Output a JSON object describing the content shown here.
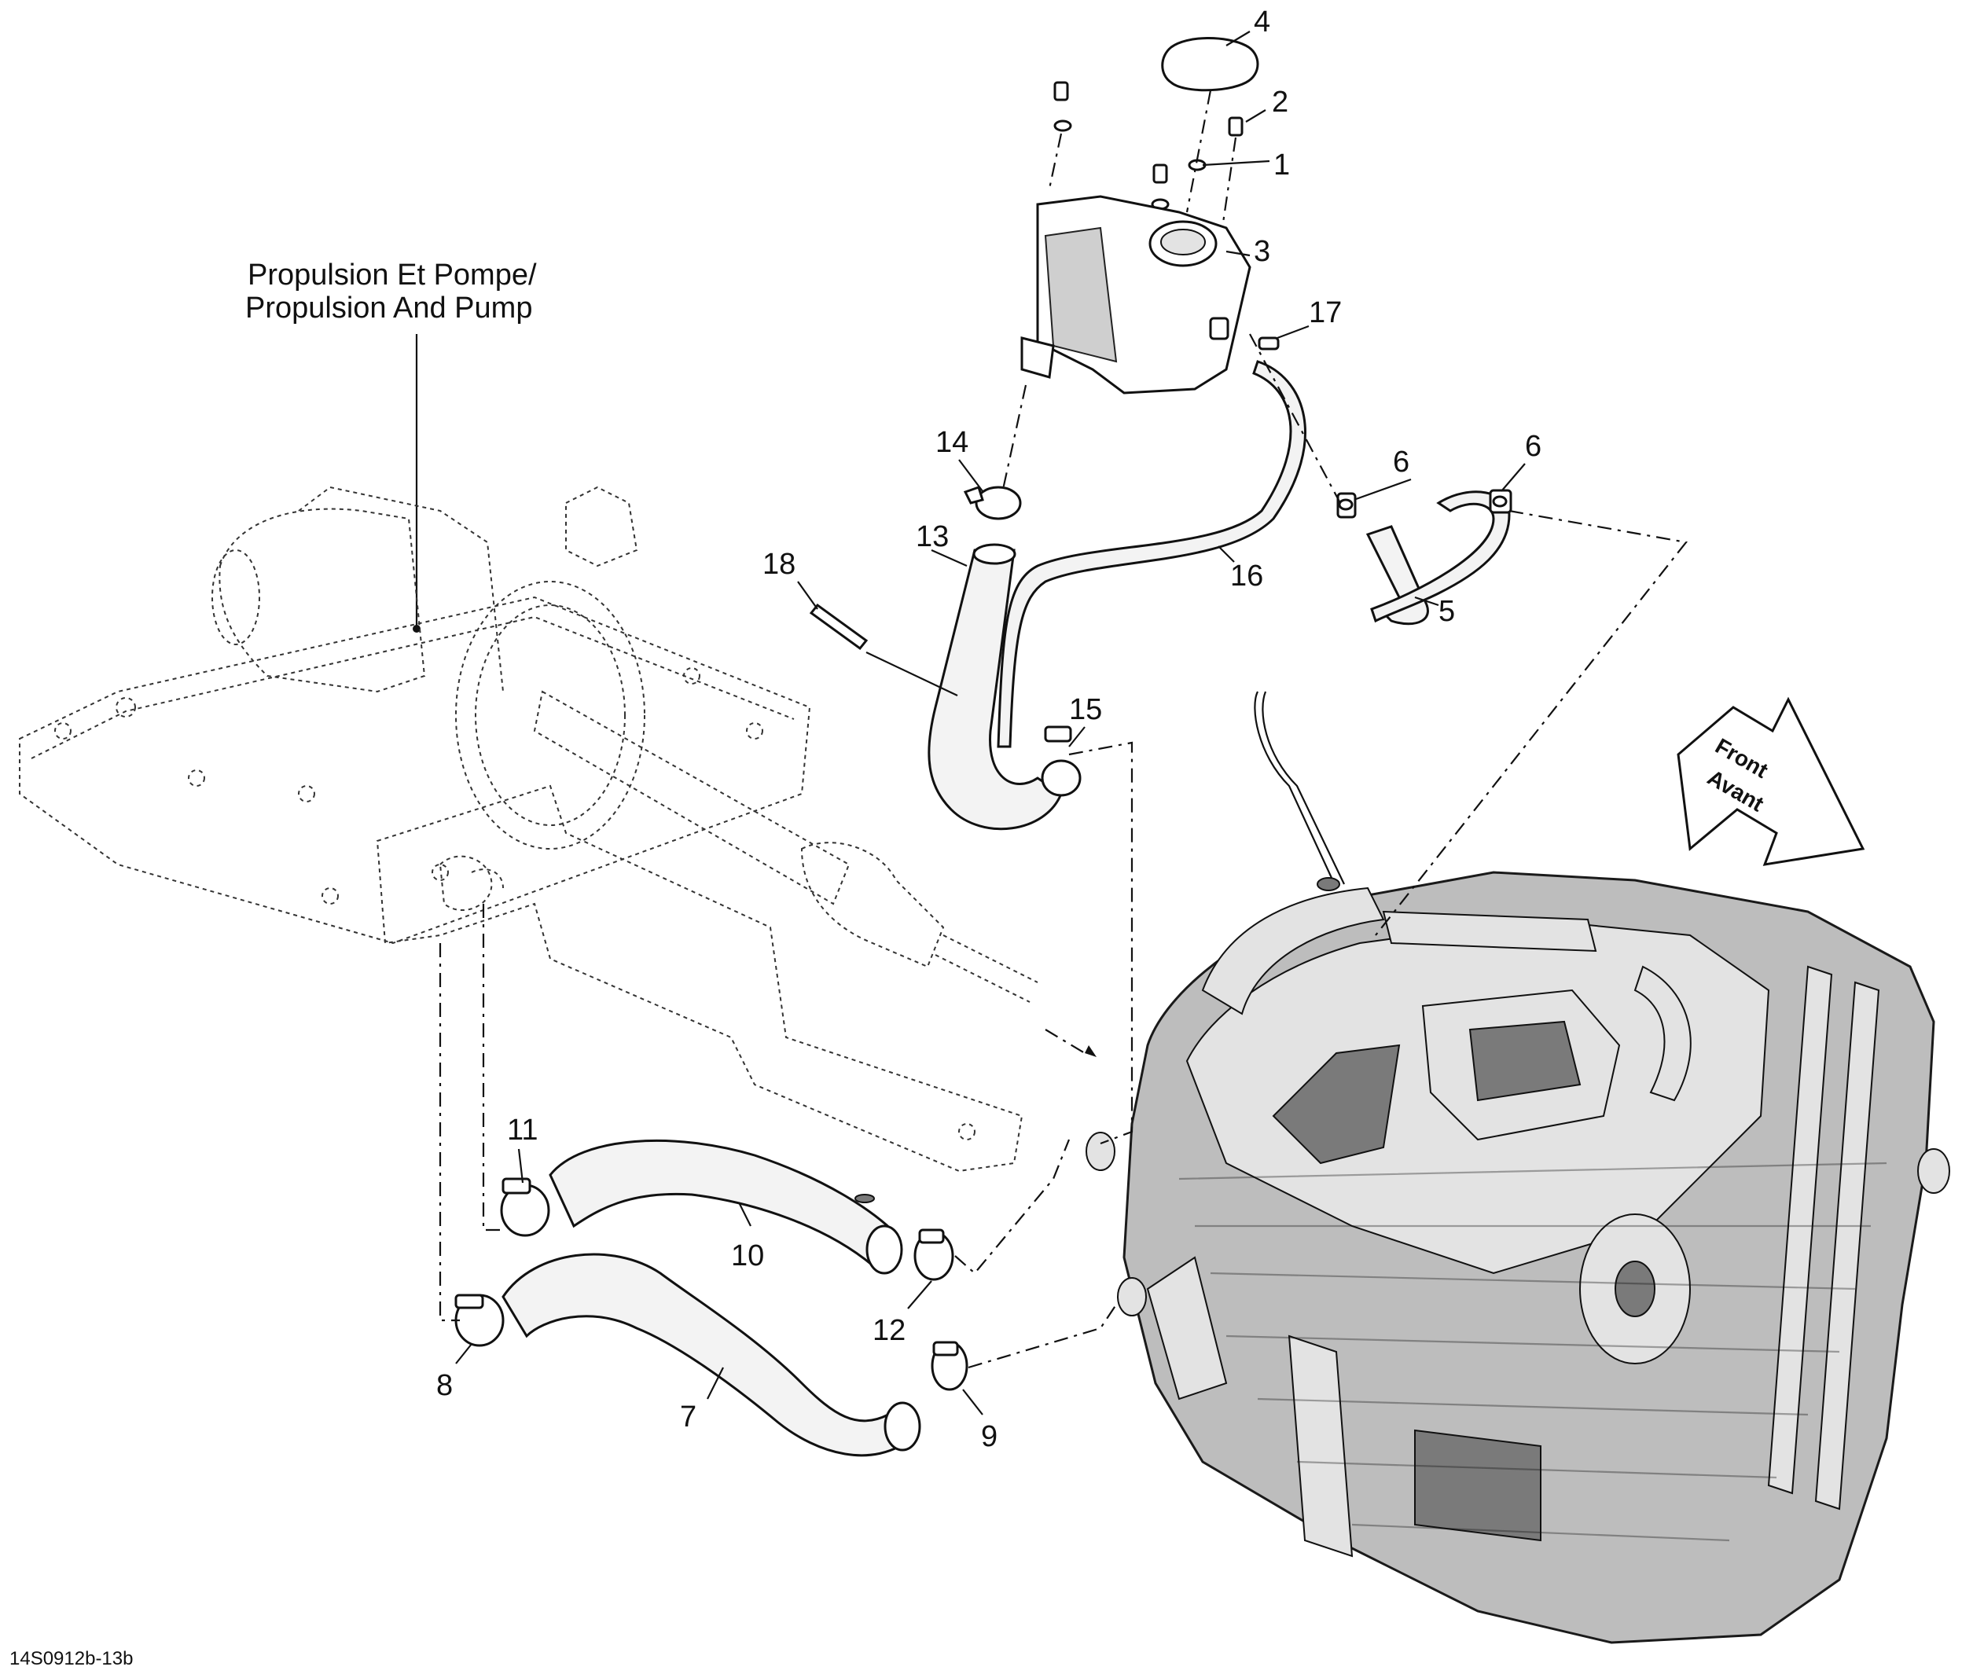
{
  "heading": {
    "line1": "Propulsion Et Pompe/",
    "line2": "Propulsion And Pump"
  },
  "front_arrow": {
    "line1": "Front",
    "line2": "Avant"
  },
  "drawing_code": "14S0912b-13b",
  "callouts": {
    "n1": "1",
    "n2": "2",
    "n3": "3",
    "n4": "4",
    "n5": "5",
    "n6a": "6",
    "n6b": "6",
    "n7": "7",
    "n8": "8",
    "n9": "9",
    "n10": "10",
    "n11": "11",
    "n12": "12",
    "n13": "13",
    "n14": "14",
    "n15": "15",
    "n16": "16",
    "n17": "17",
    "n18": "18"
  }
}
